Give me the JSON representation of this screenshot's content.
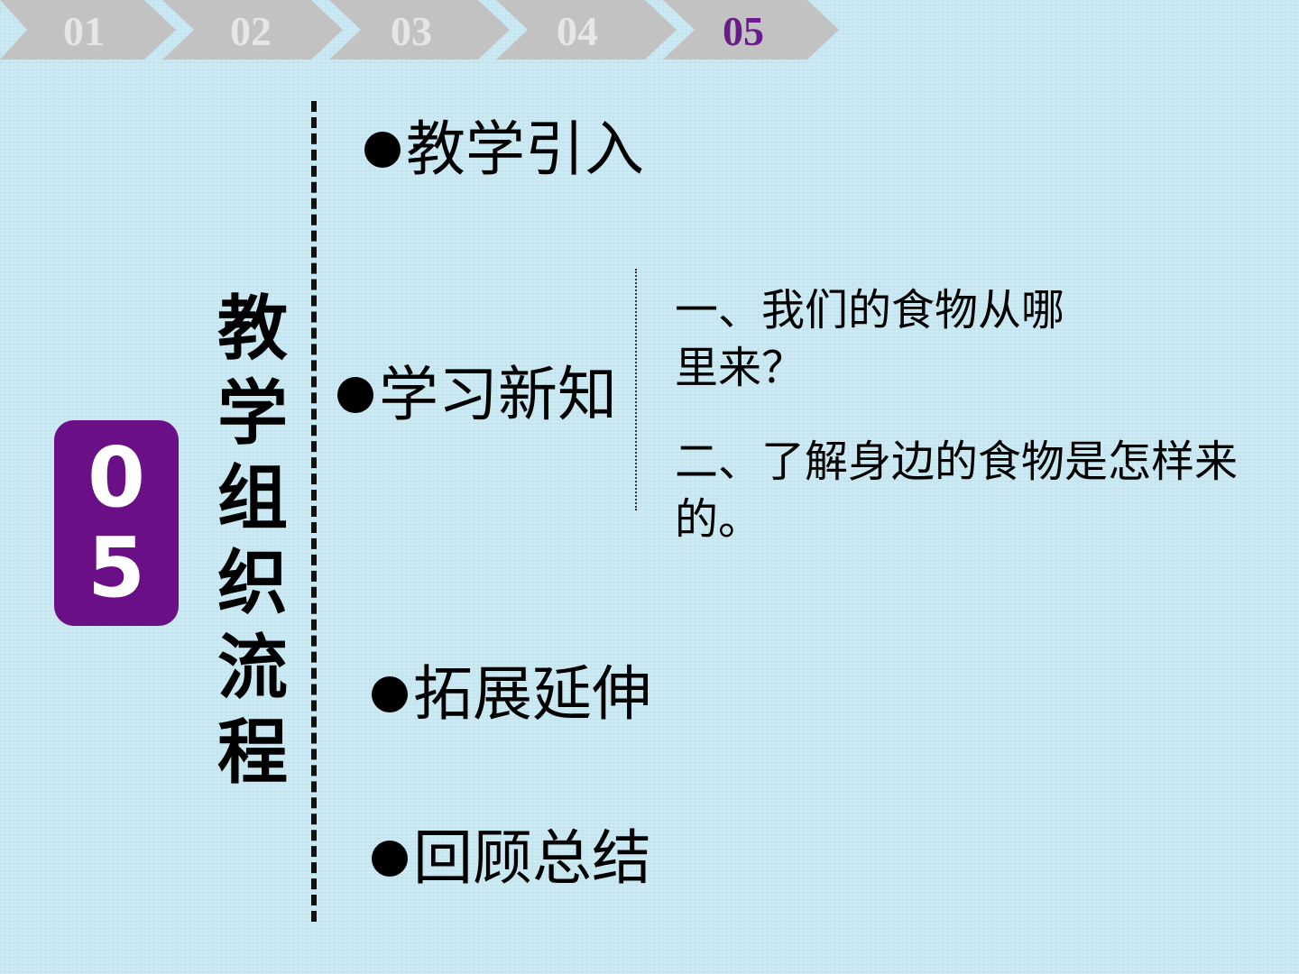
{
  "nav": {
    "steps": [
      "01",
      "02",
      "03",
      "04",
      "05"
    ],
    "active_step": "05"
  },
  "badge": {
    "digits": [
      "0",
      "5"
    ]
  },
  "section_title_chars": [
    "教",
    "学",
    "组",
    "织",
    "流",
    "程"
  ],
  "flow": {
    "items": [
      "教学引入",
      "学习新知",
      "拓展延伸",
      "回顾总结"
    ],
    "subitems": [
      "一、我们的食物从哪里来？",
      "二、了解身边的食物是怎样来的。"
    ]
  },
  "colors": {
    "background": "#c9e7f1",
    "badge": "#6b0f86",
    "active_step": "#6a1b8a",
    "inactive_step_fill": "#c2c2c2"
  }
}
